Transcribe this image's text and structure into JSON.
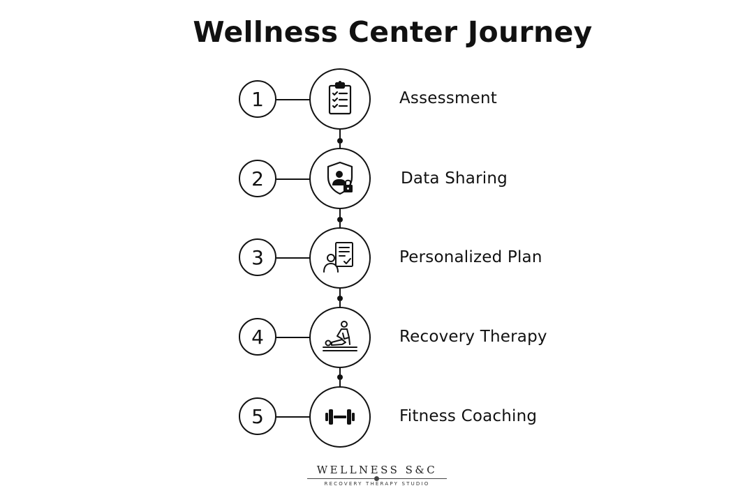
{
  "title": "Wellness Center Journey",
  "steps": [
    {
      "number": "1",
      "label": "Assessment",
      "icon": "clipboard-checklist-icon"
    },
    {
      "number": "2",
      "label": "Data Sharing",
      "icon": "shield-user-lock-icon"
    },
    {
      "number": "3",
      "label": "Personalized Plan",
      "icon": "person-document-check-icon"
    },
    {
      "number": "4",
      "label": "Recovery Therapy",
      "icon": "massage-therapy-icon"
    },
    {
      "number": "5",
      "label": "Fitness Coaching",
      "icon": "dumbbell-icon"
    }
  ],
  "logo": {
    "name": "WELLNESS S&C",
    "tagline": "RECOVERY THERAPY STUDIO"
  },
  "colors": {
    "ink": "#111111",
    "background": "#ffffff"
  }
}
